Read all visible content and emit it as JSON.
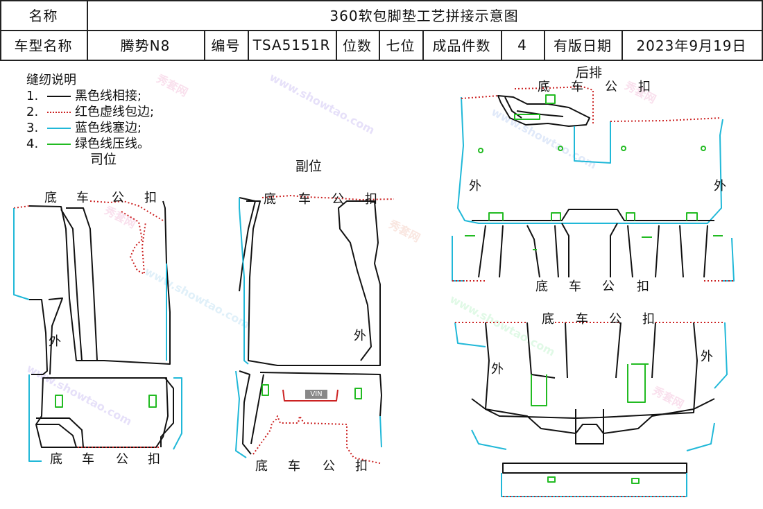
{
  "header": {
    "name_label": "名称",
    "title": "360软包脚垫工艺拼接示意图",
    "model_label": "车型名称",
    "model_value": "腾势N8",
    "code_label": "编号",
    "code_value": "TSA5151R",
    "seat_label": "位数",
    "seat_value": "七位",
    "pieces_label": "成品件数",
    "pieces_value": "4",
    "date_label": "有版日期",
    "date_value": "2023年9月19日"
  },
  "legend": {
    "title": "缝纫说明",
    "items": [
      {
        "num": "1.",
        "text": "黑色线相接;",
        "color": "#111111",
        "style": "solid"
      },
      {
        "num": "2.",
        "text": "红色虚线包边;",
        "color": "#cc2222",
        "style": "dotted"
      },
      {
        "num": "3.",
        "text": "蓝色线塞边;",
        "color": "#20b8d8",
        "style": "solid"
      },
      {
        "num": "4.",
        "text": "绿色线压线。",
        "color": "#22bb22",
        "style": "solid"
      }
    ]
  },
  "sections": {
    "driver": "司位",
    "passenger": "副位",
    "rear": "后排"
  },
  "labels": {
    "base": "底",
    "car": "车",
    "male": "公",
    "buckle": "扣",
    "outer": "外",
    "vin": "VIN"
  },
  "watermark": {
    "text_cn": "秀套网",
    "text_url": "www.showtao.com"
  },
  "colors": {
    "seam": "#111111",
    "binding": "#cc2222",
    "tuck": "#20b8d8",
    "press": "#22bb22"
  }
}
